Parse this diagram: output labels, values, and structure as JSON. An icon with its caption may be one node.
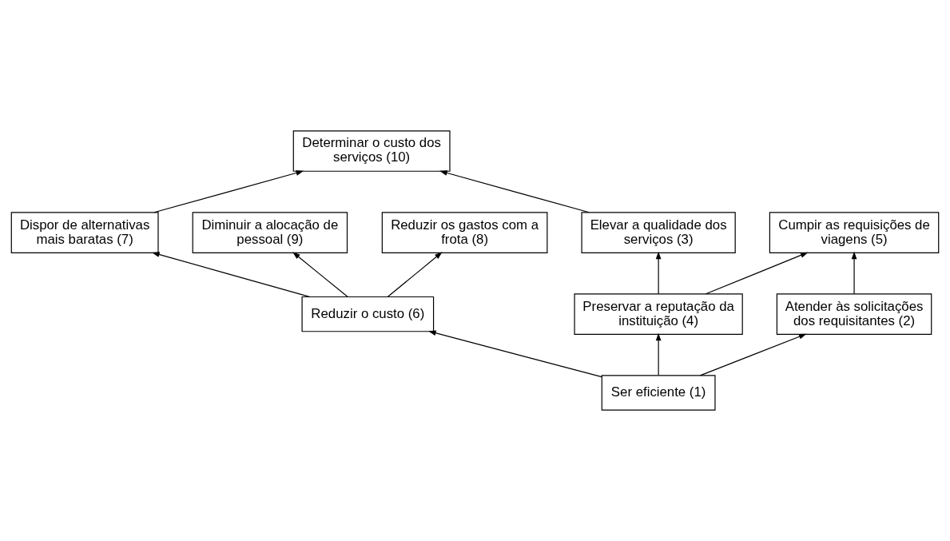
{
  "diagram": {
    "nodes": [
      {
        "text": [
          "Determinar o custo dos serviços (10)"
        ]
      },
      {
        "text": [
          "Dispor de alternativas mais baratas (7)"
        ]
      },
      {
        "text": [
          "Elevar a qualidade dos serviços (3)"
        ]
      },
      {
        "text": [
          "Diminuir a alocação de pessoal (9)"
        ]
      },
      {
        "text": [
          "Reduzir os gastos com a frota (8)"
        ]
      },
      {
        "text": [
          "Cumpir as requisições de viagens (5)"
        ]
      },
      {
        "text": [
          "Reduzir o custo (6)"
        ]
      },
      {
        "text": [
          "Preservar a reputação da instituição (4)"
        ]
      },
      {
        "text": [
          "Atender às solicitações dos requisitantes (2)"
        ]
      },
      {
        "text": [
          "Ser eficiente (1)"
        ]
      }
    ],
    "edges": [
      {
        "from": 9,
        "to": 6,
        "arrow": "to"
      },
      {
        "from": 9,
        "to": 7,
        "arrow": "to"
      },
      {
        "from": 9,
        "to": 8,
        "arrow": "to"
      },
      {
        "from": 6,
        "to": 3,
        "arrow": "to"
      },
      {
        "from": 6,
        "to": 1,
        "arrow": "to"
      },
      {
        "from": 6,
        "to": 4,
        "arrow": "to"
      },
      {
        "from": 7,
        "to": 2,
        "arrow": "to"
      },
      {
        "from": 7,
        "to": 5,
        "arrow": "to"
      },
      {
        "from": 8,
        "to": 5,
        "arrow": "to"
      },
      {
        "from": 1,
        "to": 0,
        "arrow": "to"
      },
      {
        "from": 2,
        "to": 0,
        "arrow": "to"
      }
    ]
  }
}
